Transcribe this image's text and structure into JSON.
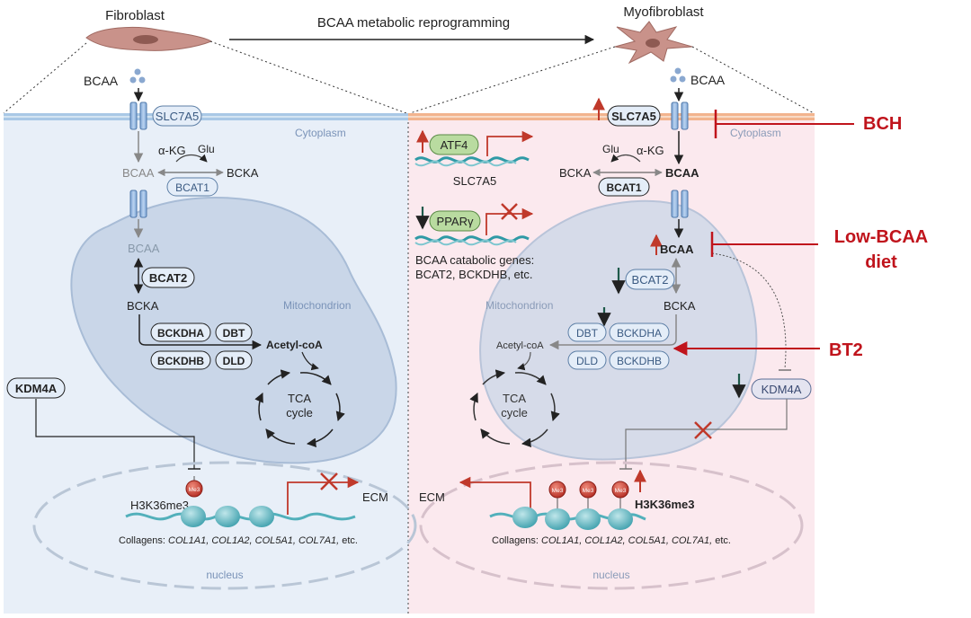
{
  "header": {
    "left_cell": "Fibroblast",
    "right_cell": "Myofibroblast",
    "transition": "BCAA metabolic reprogramming"
  },
  "left": {
    "bcaa_top": "BCAA",
    "transporter": "SLC7A5",
    "cytoplasm": "Cytoplasm",
    "akg": "α-KG",
    "glu": "Glu",
    "bcaa_cyto": "BCAA",
    "bcka_cyto": "BCKA",
    "bcat1": "BCAT1",
    "bcaa_mito": "BCAA",
    "bcat2": "BCAT2",
    "bcka_mito": "BCKA",
    "mitochondrion": "Mitochondrion",
    "bckdha": "BCKDHA",
    "dbt": "DBT",
    "bckdhb": "BCKDHB",
    "dld": "DLD",
    "acetyl": "Acetyl-coA",
    "tca1": "TCA",
    "tca2": "cycle",
    "kdm4a": "KDM4A",
    "me3": "Me3",
    "h3k36": "H3K36me3",
    "ecm": "ECM",
    "collagens_prefix": "Collagens: ",
    "collagens_genes": "COL1A1, COL1A2, COL5A1, COL7A1,",
    "collagens_suffix": " etc.",
    "nucleus": "nucleus"
  },
  "right": {
    "bcaa_top": "BCAA",
    "transporter": "SLC7A5",
    "cytoplasm": "Cytoplasm",
    "atf4": "ATF4",
    "slc7a5_gene": "SLC7A5",
    "ppar": "PPARγ",
    "catabolic1": "BCAA catabolic  genes:",
    "catabolic2": "BCAT2, BCKDHB, etc.",
    "glu": "Glu",
    "akg": "α-KG",
    "bcka_cyto": "BCKA",
    "bcaa_cyto": "BCAA",
    "bcat1": "BCAT1",
    "bcaa_mito": "BCAA",
    "bcat2": "BCAT2",
    "bcka_mito": "BCKA",
    "mitochondrion": "Mitochondrion",
    "dbt": "DBT",
    "bckdha": "BCKDHA",
    "dld": "DLD",
    "bckdhb": "BCKDHB",
    "acetyl": "Acetyl-coA",
    "tca1": "TCA",
    "tca2": "cycle",
    "kdm4a": "KDM4A",
    "me3": "Me3",
    "h3k36": "H3K36me3",
    "ecm": "ECM",
    "collagens_prefix": "Collagens: ",
    "collagens_genes": "COL1A1, COL1A2, COL5A1, COL7A1,",
    "collagens_suffix": " etc.",
    "nucleus": "nucleus"
  },
  "inhibitors": {
    "bch": "BCH",
    "diet1": "Low-BCAA",
    "diet2": "diet",
    "bt2": "BT2"
  },
  "colors": {
    "inhibitor": "#c0141c",
    "up": "#c0392b",
    "down": "#1e5a4a",
    "left_panel": "#e8eff8",
    "right_panel": "#fbe9ee",
    "mito": "#c9d6e8",
    "box_fill": "#e4edf8",
    "box_stroke": "#5d7fa6"
  },
  "icons": [
    "bcaa-dots-icon",
    "transporter-icon",
    "fibroblast-cell-icon",
    "myofibroblast-cell-icon",
    "up-arrow-icon",
    "down-arrow-icon",
    "cross-icon",
    "nucleosome-icon",
    "me3-mark-icon"
  ]
}
